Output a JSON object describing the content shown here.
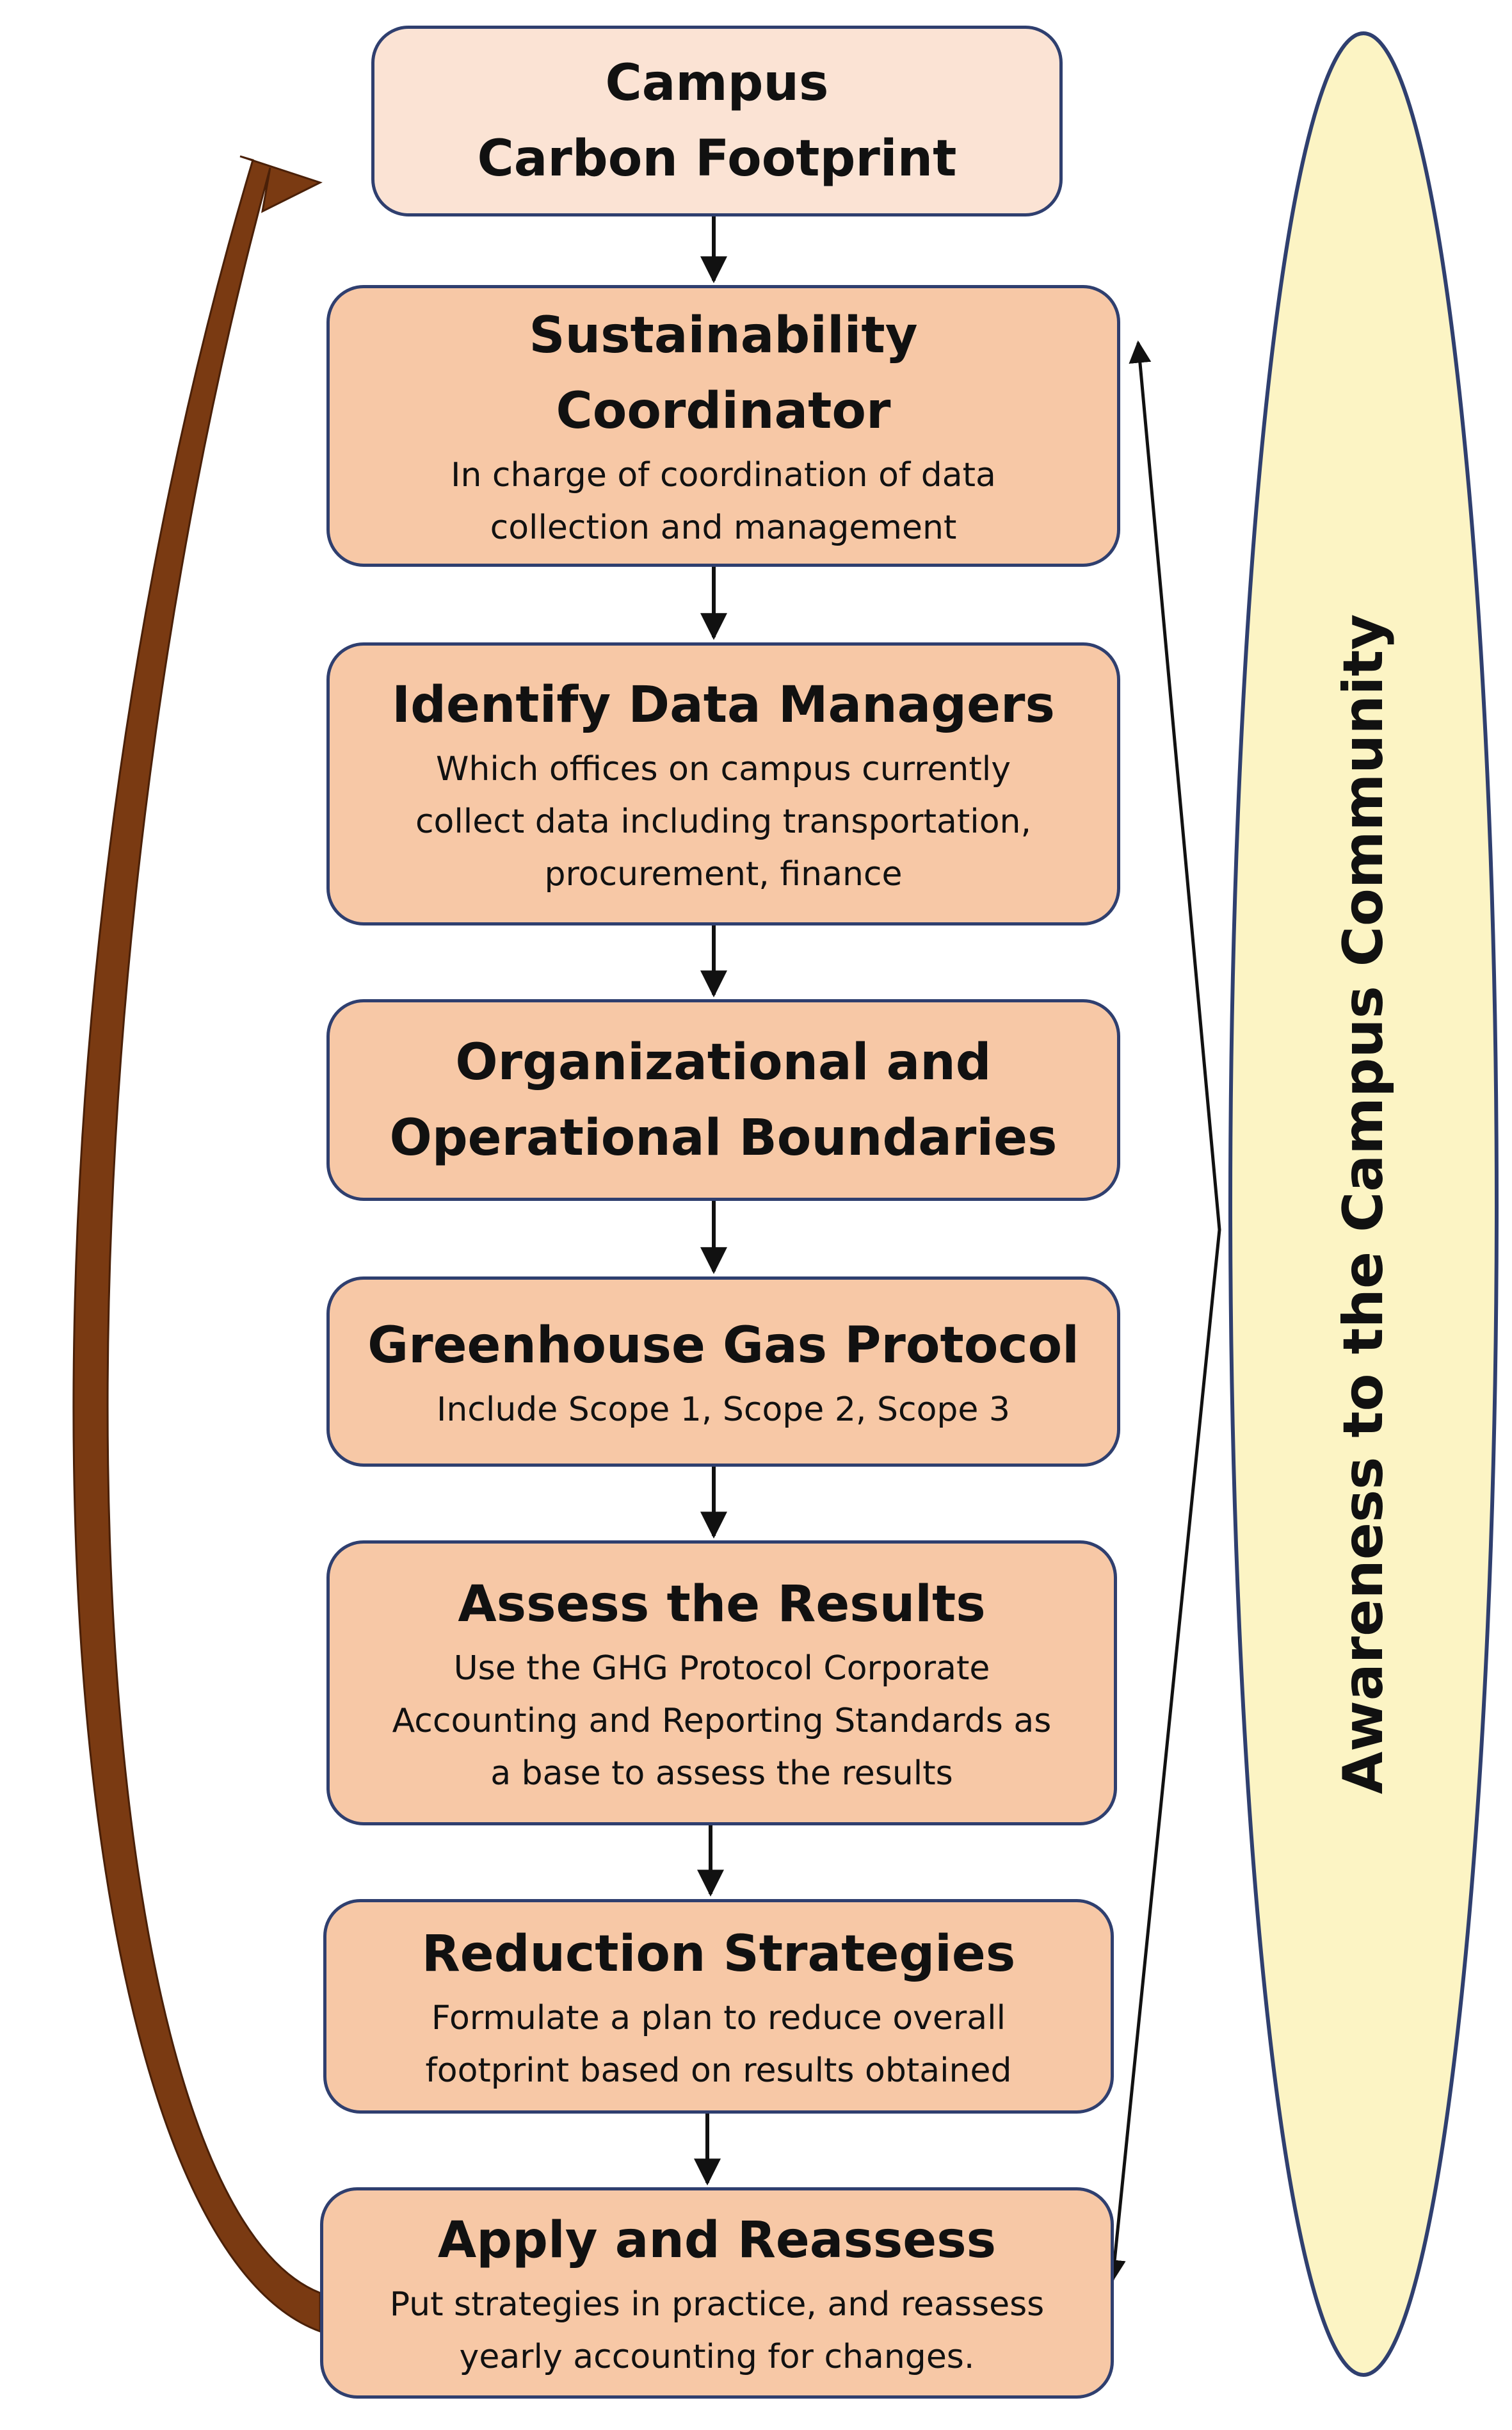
{
  "colors": {
    "box_fill": "#f7c8a6",
    "top_box_fill": "#fbe3d4",
    "box_border": "#2f3f6f",
    "ellipse_fill": "#fcf4c4",
    "ellipse_border": "#2f3f6f",
    "feedback_arrow": "#7a3a12",
    "connector_arrow": "#111111"
  },
  "steps": [
    {
      "title": "Campus\nCarbon Footprint",
      "description": ""
    },
    {
      "title": "Sustainability\nCoordinator",
      "description": "In charge of coordination of data\ncollection and management"
    },
    {
      "title": "Identify Data Managers",
      "description": "Which offices on campus currently\ncollect data including transportation,\nprocurement, finance"
    },
    {
      "title": "Organizational and\nOperational Boundaries",
      "description": ""
    },
    {
      "title": "Greenhouse Gas Protocol",
      "description": "Include Scope 1, Scope 2, Scope 3"
    },
    {
      "title": "Assess the Results",
      "description": "Use the GHG Protocol Corporate\nAccounting and Reporting Standards as\na base to assess the results"
    },
    {
      "title": "Reduction Strategies",
      "description": "Formulate a plan to reduce overall\nfootprint based on results obtained"
    },
    {
      "title": "Apply and Reassess",
      "description": "Put strategies in practice, and reassess\nyearly accounting for changes."
    }
  ],
  "awareness_label": "Awareness to the Campus Community",
  "icons": {
    "feedback": "curved-feedback-arrow-icon",
    "connector": "down-arrow-icon",
    "bidirectional": "double-headed-arrow-icon"
  }
}
